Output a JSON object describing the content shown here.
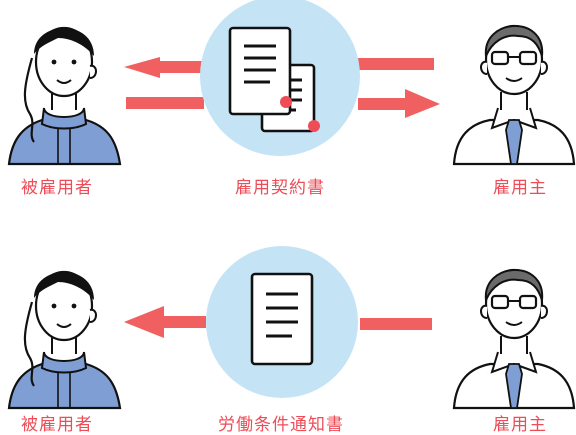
{
  "colors": {
    "accent_red": "#f06060",
    "label_red": "#ee4c57",
    "circle_blue": "#c4e4f6",
    "shirt_blue": "#7f9fd4",
    "tie_blue": "#7f9fd4",
    "outline": "#111111"
  },
  "row1": {
    "left_label": "被雇用者",
    "center_label": "雇用契約書",
    "right_label": "雇用主",
    "icons": [
      "employee-woman-icon",
      "two-documents-icon",
      "employer-man-icon"
    ]
  },
  "row2": {
    "left_label": "被雇用者",
    "center_label": "労働条件通知書",
    "right_label": "雇用主",
    "icons": [
      "employee-woman-icon",
      "single-document-icon",
      "employer-man-icon"
    ]
  }
}
